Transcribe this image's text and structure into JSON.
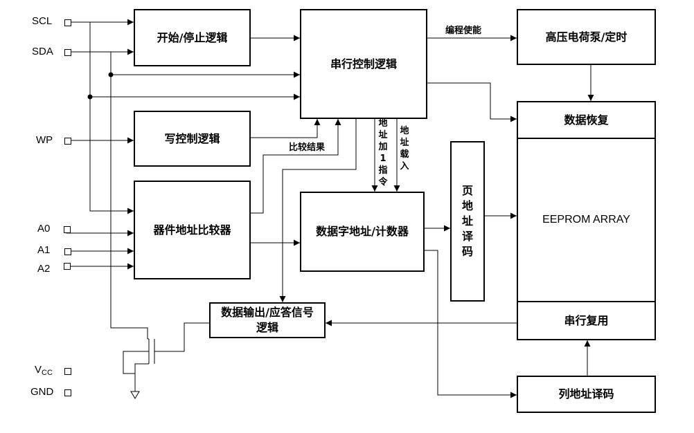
{
  "pins": {
    "scl": "SCL",
    "sda": "SDA",
    "wp": "WP",
    "a0": "A0",
    "a1": "A1",
    "a2": "A2",
    "vcc_main": "V",
    "vcc_sub": "CC",
    "gnd": "GND"
  },
  "blocks": {
    "start_stop": "开始/停止逻辑",
    "serial_control": "串行控制逻辑",
    "hv_pump": "高压电荷泵/定时",
    "write_control": "写控制逻辑",
    "device_addr_cmp": "器件地址比较器",
    "data_word_addr": "数据字地址/计数器",
    "page_addr_decode": [
      "页",
      "地",
      "址",
      "译",
      "码"
    ],
    "data_recovery": "数据恢复",
    "eeprom_array": "EEPROM ARRAY",
    "serial_mux": "串行复用",
    "dout_ack_line1": "数据输出/应答信号",
    "dout_ack_line2": "逻辑",
    "col_addr_decode": "列地址译码"
  },
  "labels": {
    "program_enable": "编程使能",
    "compare_result": "比较结果",
    "addr_inc": [
      "地",
      "址",
      "加",
      "1",
      "指",
      "令"
    ],
    "addr_load": [
      "地",
      "址",
      "载",
      "入"
    ]
  }
}
